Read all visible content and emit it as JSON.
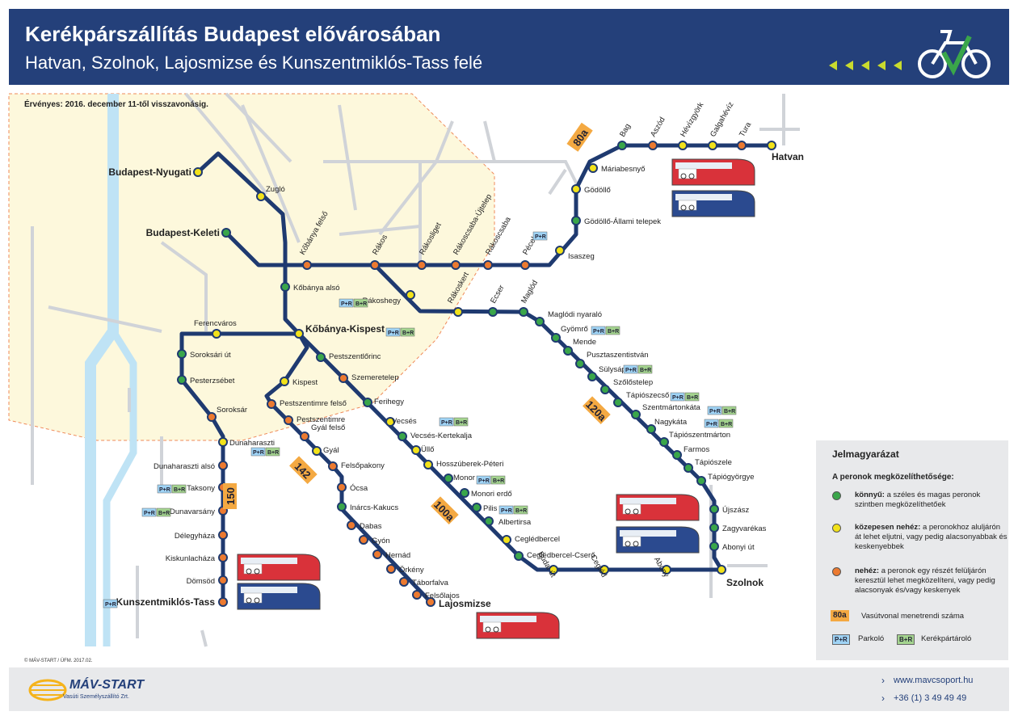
{
  "header": {
    "title": "Kerékpárszállítás Budapest elővárosában",
    "subtitle": "Hatvan, Szolnok, Lajosmizse és Kunszentmiklós-Tass felé"
  },
  "validity": "Érvényes: 2016. december 11-től visszavonásig.",
  "colors": {
    "line": "#1f3a70",
    "easy": "#3aa64a",
    "medium": "#f2e21a",
    "hard": "#ec7a30",
    "header": "#24407a",
    "number": "#f4a942",
    "zone": "#fdf8dc"
  },
  "line_numbers": [
    {
      "label": "80a"
    },
    {
      "label": "120a"
    },
    {
      "label": "100a"
    },
    {
      "label": "142"
    },
    {
      "label": "150"
    }
  ],
  "badges": {
    "pr": "P+R",
    "br": "B+R"
  },
  "stations": {
    "nyugati": {
      "name": "Budapest-Nyugati",
      "level": "medium"
    },
    "zuglo": {
      "name": "Zugló",
      "level": "medium"
    },
    "keleti": {
      "name": "Budapest-Keleti",
      "level": "easy"
    },
    "kobfelso": {
      "name": "Kőbánya felső",
      "level": "hard"
    },
    "rakos": {
      "name": "Rákos",
      "level": "hard"
    },
    "rakosliget": {
      "name": "Rákosliget",
      "level": "hard"
    },
    "ujtelep": {
      "name": "Rákoscsaba-Újtelep",
      "level": "hard"
    },
    "rakoscsaba": {
      "name": "Rákoscsaba",
      "level": "hard"
    },
    "pecel": {
      "name": "Pécel",
      "level": "hard"
    },
    "isaszeg": {
      "name": "Isaszeg",
      "level": "medium"
    },
    "godolloall": {
      "name": "Gödöllő-Állami telepek",
      "level": "easy"
    },
    "godollo": {
      "name": "Gödöllő",
      "level": "medium"
    },
    "mariabesnyo": {
      "name": "Máriabesnyő",
      "level": "medium"
    },
    "bag": {
      "name": "Bag",
      "level": "easy"
    },
    "aszod": {
      "name": "Aszód",
      "level": "hard"
    },
    "hevizgyork": {
      "name": "Hévízgyörk",
      "level": "medium"
    },
    "galgaheviz": {
      "name": "Galgahévíz",
      "level": "medium"
    },
    "tura": {
      "name": "Tura",
      "level": "hard"
    },
    "hatvan": {
      "name": "Hatvan",
      "level": "medium"
    },
    "kobalso": {
      "name": "Kőbánya alsó",
      "level": "easy"
    },
    "rakoshegy": {
      "name": "Rákoshegy",
      "level": "medium"
    },
    "rakoskert": {
      "name": "Rákoskert",
      "level": "medium"
    },
    "ecser": {
      "name": "Ecser",
      "level": "easy"
    },
    "maglod": {
      "name": "Maglód",
      "level": "easy"
    },
    "maglodinyaralo": {
      "name": "Maglódi nyaraló",
      "level": "easy"
    },
    "gyomro": {
      "name": "Gyömrő",
      "level": "easy"
    },
    "mende": {
      "name": "Mende",
      "level": "easy"
    },
    "pusztaszentistvan": {
      "name": "Pusztaszentistván",
      "level": "easy"
    },
    "sulysap": {
      "name": "Sülysáp",
      "level": "easy"
    },
    "szolostelep": {
      "name": "Szőlőstelep",
      "level": "easy"
    },
    "tapioszecso": {
      "name": "Tápiószecső",
      "level": "easy"
    },
    "szentmartonkata": {
      "name": "Szentmártonkáta",
      "level": "easy"
    },
    "nagykata": {
      "name": "Nagykáta",
      "level": "easy"
    },
    "tapioszentmarton": {
      "name": "Tápiószentmárton",
      "level": "easy"
    },
    "farmos": {
      "name": "Farmos",
      "level": "easy"
    },
    "tapioszele": {
      "name": "Tápiószele",
      "level": "easy"
    },
    "tapiogyorgye": {
      "name": "Tápiógyörgye",
      "level": "easy"
    },
    "ujszasz": {
      "name": "Újszász",
      "level": "easy"
    },
    "zagyvarekas": {
      "name": "Zagyvarékas",
      "level": "easy"
    },
    "abonyiut": {
      "name": "Abonyi út",
      "level": "easy"
    },
    "szolnok": {
      "name": "Szolnok",
      "level": "medium"
    },
    "kobkispest": {
      "name": "Kőbánya-Kispest",
      "level": "medium"
    },
    "ferencvaros": {
      "name": "Ferencváros",
      "level": "medium"
    },
    "soroksariut": {
      "name": "Soroksári út",
      "level": "easy"
    },
    "pesterzsebet": {
      "name": "Pesterzsébet",
      "level": "easy"
    },
    "soroksar": {
      "name": "Soroksár",
      "level": "hard"
    },
    "dunaharaszti": {
      "name": "Dunaharaszti",
      "level": "medium"
    },
    "dunaharasztialso": {
      "name": "Dunaharaszti alsó",
      "level": "hard"
    },
    "taksony": {
      "name": "Taksony",
      "level": "hard"
    },
    "dunavarsany": {
      "name": "Dunavarsány",
      "level": "hard"
    },
    "delegyhaza": {
      "name": "Délegyháza",
      "level": "hard"
    },
    "kiskunlachaza": {
      "name": "Kiskunlacháza",
      "level": "hard"
    },
    "domsod": {
      "name": "Dömsöd",
      "level": "hard"
    },
    "kunszent": {
      "name": "Kunszentmiklós-Tass",
      "level": "hard"
    },
    "pestszentlorinc": {
      "name": "Pestszentlőrinc",
      "level": "easy"
    },
    "szemeretelep": {
      "name": "Szemeretelep",
      "level": "hard"
    },
    "ferihegy": {
      "name": "Ferihegy",
      "level": "easy"
    },
    "vecses": {
      "name": "Vecsés",
      "level": "medium"
    },
    "vecseskert": {
      "name": "Vecsés-Kertekalja",
      "level": "easy"
    },
    "ullo": {
      "name": "Üllő",
      "level": "medium"
    },
    "hosszuberek": {
      "name": "Hosszúberek-Péteri",
      "level": "medium"
    },
    "monor": {
      "name": "Monor",
      "level": "easy"
    },
    "monorierdo": {
      "name": "Monori erdő",
      "level": "easy"
    },
    "pilis": {
      "name": "Pilis",
      "level": "easy"
    },
    "albertirsa": {
      "name": "Albertirsa",
      "level": "easy"
    },
    "cegledbercel": {
      "name": "Ceglédbercel",
      "level": "medium"
    },
    "cegledbercelcsero": {
      "name": "Ceglédbercel-Cserő",
      "level": "easy"
    },
    "budaiut": {
      "name": "Budai út",
      "level": "medium"
    },
    "cegled": {
      "name": "Cegléd",
      "level": "medium"
    },
    "abony": {
      "name": "Abony",
      "level": "medium"
    },
    "kispest": {
      "name": "Kispest",
      "level": "medium"
    },
    "pestszentimrefelso": {
      "name": "Pestszentimre felső",
      "level": "hard"
    },
    "pestszentimre": {
      "name": "Pestszentimre",
      "level": "hard"
    },
    "gyalfelso": {
      "name": "Gyál felső",
      "level": "hard"
    },
    "gyal": {
      "name": "Gyál",
      "level": "medium"
    },
    "felsopakony": {
      "name": "Felsőpakony",
      "level": "hard"
    },
    "ocsa": {
      "name": "Ócsa",
      "level": "hard"
    },
    "inarcs": {
      "name": "Inárcs-Kakucs",
      "level": "easy"
    },
    "dabas": {
      "name": "Dabas",
      "level": "hard"
    },
    "gyon": {
      "name": "Gyón",
      "level": "hard"
    },
    "hernad": {
      "name": "Hernád",
      "level": "hard"
    },
    "orkeny": {
      "name": "Örkény",
      "level": "hard"
    },
    "taborfalva": {
      "name": "Táborfalva",
      "level": "hard"
    },
    "felsolajos": {
      "name": "Felsőlajos",
      "level": "hard"
    },
    "lajosmizse": {
      "name": "Lajosmizse",
      "level": "hard"
    }
  },
  "legend": {
    "title": "Jelmagyarázat",
    "subtitle": "A peronok megközelíthetősége:",
    "easy_bold": "könnyű:",
    "easy_text": " a széles és magas peronok szintben megközelíthetőek",
    "medium_bold": "közepesen nehéz:",
    "medium_text": " a peronokhoz aluljárón át lehet eljutni, vagy pedig alacsonyabbak és keskenyebbek",
    "hard_bold": "nehéz:",
    "hard_text": " a peronok egy részét felüljárón keresztül lehet megközelíteni, vagy pedig alacsonyak és/vagy keskenyek",
    "line_number_sample": "80a",
    "line_number_text": "Vasútvonal menetrendi száma",
    "pr_text": "Parkoló",
    "br_text": "Kerékpártároló"
  },
  "footer": {
    "logo": "MÁV-START",
    "logo_sub": "Vasúti Személyszállító Zrt.",
    "website": "www.mavcsoport.hu",
    "phone": "+36 (1) 3 49 49 49",
    "copyright": "© MÁV-START / ÚFM. 2017.02."
  }
}
